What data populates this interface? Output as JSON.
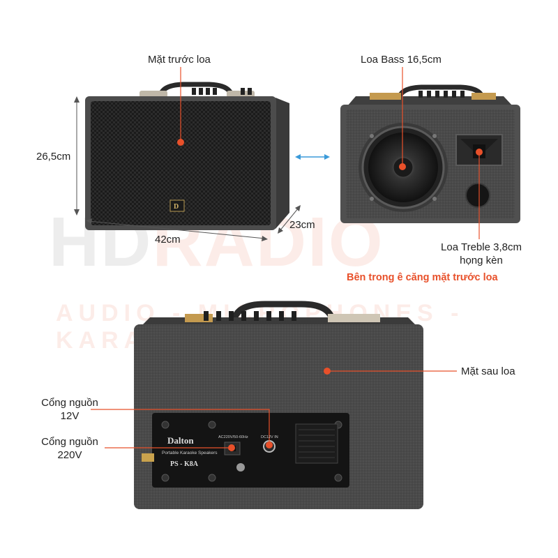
{
  "labels": {
    "front": "Mặt trước loa",
    "bass": "Loa Bass 16,5cm",
    "height": "26,5cm",
    "width": "42cm",
    "depth": "23cm",
    "treble_line1": "Loa Treble 3,8cm",
    "treble_line2": "họng kèn",
    "inside_note": "Bên trong ê căng mặt trước loa",
    "back": "Mặt sau loa",
    "port12_line1": "Cổng nguồn",
    "port12_line2": "12V",
    "port220_line1": "Cổng nguồn",
    "port220_line2": "220V"
  },
  "watermark": {
    "main_left": "HD",
    "main_right": "RADIO",
    "sub": "AUDIO - MICROPHONES - KARAOKE"
  },
  "panel": {
    "brand": "Dalton",
    "subtitle": "Portable Karaoke Speakers",
    "model": "PS - K8A",
    "ac_label": "AC220V/50-60Hz",
    "dc_label": "DC12V IN"
  },
  "colors": {
    "accent": "#e8502a",
    "dimension_line": "#555555",
    "link_arrow": "#3a9ad9"
  }
}
